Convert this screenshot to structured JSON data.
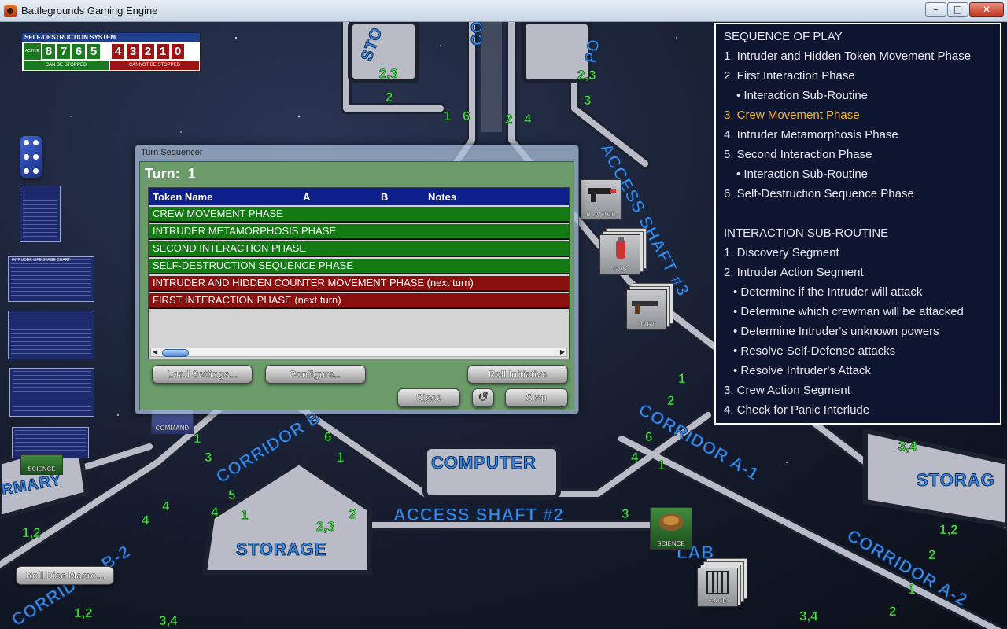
{
  "window": {
    "title": "Battlegrounds Gaming Engine",
    "minimize": "–",
    "maximize": "□",
    "close": "✕"
  },
  "self_destruction": {
    "title": "SELF-DESTRUCTION SYSTEM",
    "active_label": "ACTIVE",
    "stoppable_digits": [
      "8",
      "7",
      "6",
      "5"
    ],
    "unstoppable_digits": [
      "4",
      "3",
      "2",
      "1",
      "0"
    ],
    "stoppable_label": "CAN BE STOPPED",
    "unstoppable_label": "CANNOT BE STOPPED",
    "colors": {
      "stoppable": "#1b7a20",
      "unstoppable": "#9a1414"
    }
  },
  "mini_charts": {
    "life_stage": "INTRUDER LIFE STAGE CHART"
  },
  "map": {
    "labels": {
      "corridor_c": "CORRIDOR C",
      "sto": "STO",
      "po": "PO",
      "access_shaft_3": "ACCESS SHAFT #3",
      "access_shaft_2": "ACCESS SHAFT #2",
      "computer": "COMPUTER",
      "corridor_b": "CORRIDOR B",
      "corridor_b2": "CORRIDOR B-2",
      "corridor_a1": "CORRIDOR A-1",
      "corridor_a2": "CORRIDOR A-2",
      "storage": "STORAGE",
      "storage_right": "STORAG",
      "infirmary": "RMARY",
      "lab": "LAB"
    },
    "numbers": {
      "n1": "2,3",
      "n2": "2",
      "n3": "2,3",
      "n4": "3",
      "n5": "1",
      "n6": "6",
      "n7": "2",
      "n8": "4",
      "n9": "1",
      "n10": "2",
      "n11": "6",
      "n12": "4",
      "n13": "1",
      "n14": "6",
      "n15": "1",
      "n16": "3",
      "n17": "1",
      "n18": "5",
      "n19": "4",
      "n20": "1",
      "n21": "2,3",
      "n22": "2",
      "n23": "3",
      "n24": "1,2",
      "n25": "4",
      "n26": "3,4",
      "n27": "1,2",
      "n28": "2",
      "n29": "1",
      "n30": "2",
      "n31": "3,4",
      "n32": "1,2",
      "n33": "3,4",
      "n34": "4"
    }
  },
  "tokens": {
    "blaster": "BLASTER",
    "gas": "GAS",
    "dart": "DART",
    "command": "COMMAND",
    "science_left": "SCIENCE",
    "science_right": "SCIENCE",
    "cage": "CAGE"
  },
  "sequence_of_play": {
    "title": "SEQUENCE OF PLAY",
    "steps": [
      "1. Intruder and Hidden Token Movement Phase",
      "2. First Interaction Phase",
      "• Interaction Sub-Routine",
      "3. Crew Movement Phase",
      "4. Intruder Metamorphosis Phase",
      "5. Second Interaction Phase",
      "• Interaction Sub-Routine",
      "6. Self-Destruction Sequence Phase"
    ],
    "subroutine_title": "INTERACTION SUB-ROUTINE",
    "subroutine": [
      "1. Discovery Segment",
      "2. Intruder Action Segment",
      "• Determine if the Intruder will attack",
      "• Determine which crewman will be attacked",
      "• Determine Intruder's unknown powers",
      "• Resolve Self-Defense attacks",
      "• Resolve Intruder's Attack",
      "3. Crew Action Segment",
      "4. Check for Panic Interlude"
    ],
    "highlight_color": "#f1b52c"
  },
  "turn_sequencer": {
    "title": "Turn Sequencer",
    "turn_label": "Turn:",
    "turn_number": "1",
    "columns": [
      "Token Name",
      "A",
      "B",
      "Notes"
    ],
    "rows": [
      {
        "label": "CREW MOVEMENT PHASE",
        "status": "green"
      },
      {
        "label": "INTRUDER METAMORPHOSIS PHASE",
        "status": "green"
      },
      {
        "label": "SECOND INTERACTION PHASE",
        "status": "green"
      },
      {
        "label": "SELF-DESTRUCTION SEQUENCE PHASE",
        "status": "green"
      },
      {
        "label": "INTRUDER AND HIDDEN COUNTER MOVEMENT PHASE (next turn)",
        "status": "red"
      },
      {
        "label": "FIRST INTERACTION PHASE (next turn)",
        "status": "red"
      }
    ],
    "buttons": {
      "load": "Load Settings...",
      "configure": "Configure...",
      "roll_initiative": "Roll Initiative",
      "close": "Close",
      "reset": "↺",
      "step": "Step"
    }
  },
  "roll_dice_macro": "Roll Dice Macro..."
}
